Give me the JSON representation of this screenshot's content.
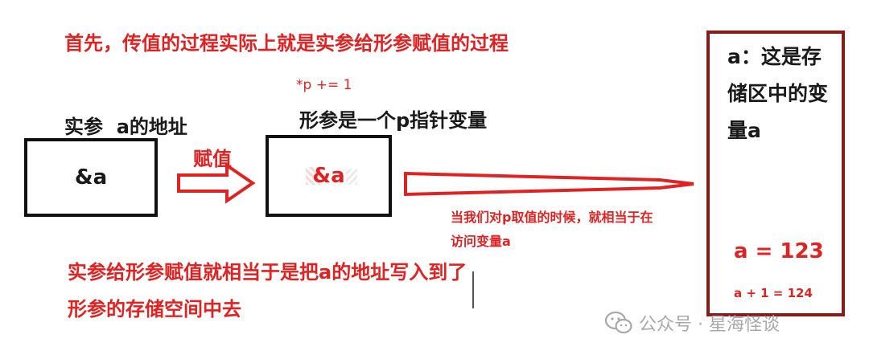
{
  "title": "首先，传值的过程实际上就是实参给形参赋值的过程",
  "pointer_expression": "*p += 1",
  "actual_param_label": "实参  a的地址",
  "formal_param_label": "形参是一个p指针变量",
  "actual_box_value": "&a",
  "formal_box_value": "&a",
  "assign_label": "赋值",
  "access_note": "当我们对p取值的时候，就相当于在访问变量a",
  "bottom_note": "实参给形参赋值就相当于是把a的地址写入到了形参的存储空间中去",
  "storage": {
    "description": "a：这是存储区中的变量a",
    "value": "a = 123",
    "expression": "a + 1 = 124"
  },
  "watermark": {
    "text": "公众号 · 星海怪谈",
    "icon": "wechat-icon"
  },
  "colors": {
    "accent_red": "#e02222",
    "box_border": "#111111",
    "storage_border": "#8b1a1a",
    "watermark": "#a8a8a8"
  }
}
